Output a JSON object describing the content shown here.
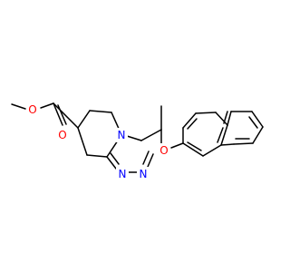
{
  "colors": {
    "background": "#ffffff",
    "bond": "#000000",
    "oxygen": "#ff0000",
    "nitrogen": "#0000ff"
  },
  "molecule": {
    "atoms": {
      "o_carbonyl": "O",
      "o_ester": "O",
      "n_bridge": "N",
      "n_ring_a": "N",
      "n_ring_b": "N",
      "o_ether": "O"
    }
  }
}
